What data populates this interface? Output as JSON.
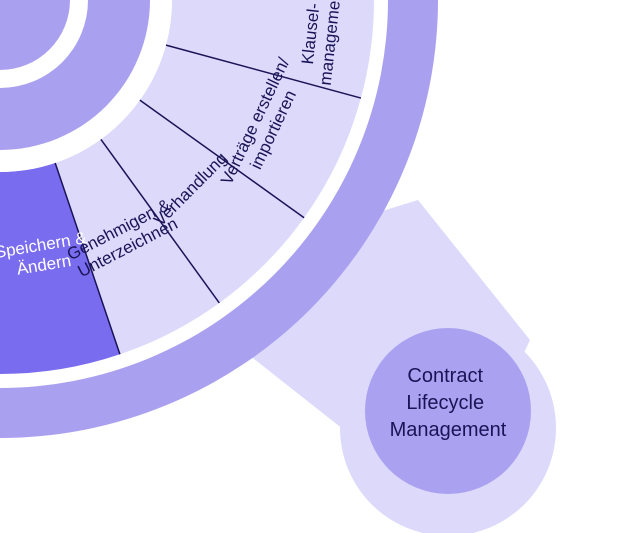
{
  "colors": {
    "background": "#ffffff",
    "outer_ring": "#a9a1f0",
    "separator_ring": "#ffffff",
    "segment_fill": "#dcd9fb",
    "segment_highlight": "#7a6cef",
    "inner_core": "#a9a1f0",
    "stem": "#dcd9fb",
    "hub_halo": "#dcd9fb",
    "hub": "#aaa2f0",
    "text_dark": "#1a1456",
    "text_light": "#ffffff",
    "line": "#1a1456"
  },
  "segments": [
    {
      "id": "klausel",
      "lines": [
        "Klausel-",
        "management"
      ],
      "highlight": false
    },
    {
      "id": "vertraege",
      "lines": [
        "Verträge erstellen/",
        "importieren"
      ],
      "highlight": false
    },
    {
      "id": "verhandlung",
      "lines": [
        "Verhandlung"
      ],
      "highlight": false
    },
    {
      "id": "genehmigen",
      "lines": [
        "Genehmigen &",
        "Unterzeichnen"
      ],
      "highlight": false
    },
    {
      "id": "speichern",
      "lines": [
        "Speichern &",
        "Ändern"
      ],
      "highlight": true
    }
  ],
  "hub": {
    "lines": [
      "Contract",
      "Lifecycle",
      "Management"
    ]
  }
}
